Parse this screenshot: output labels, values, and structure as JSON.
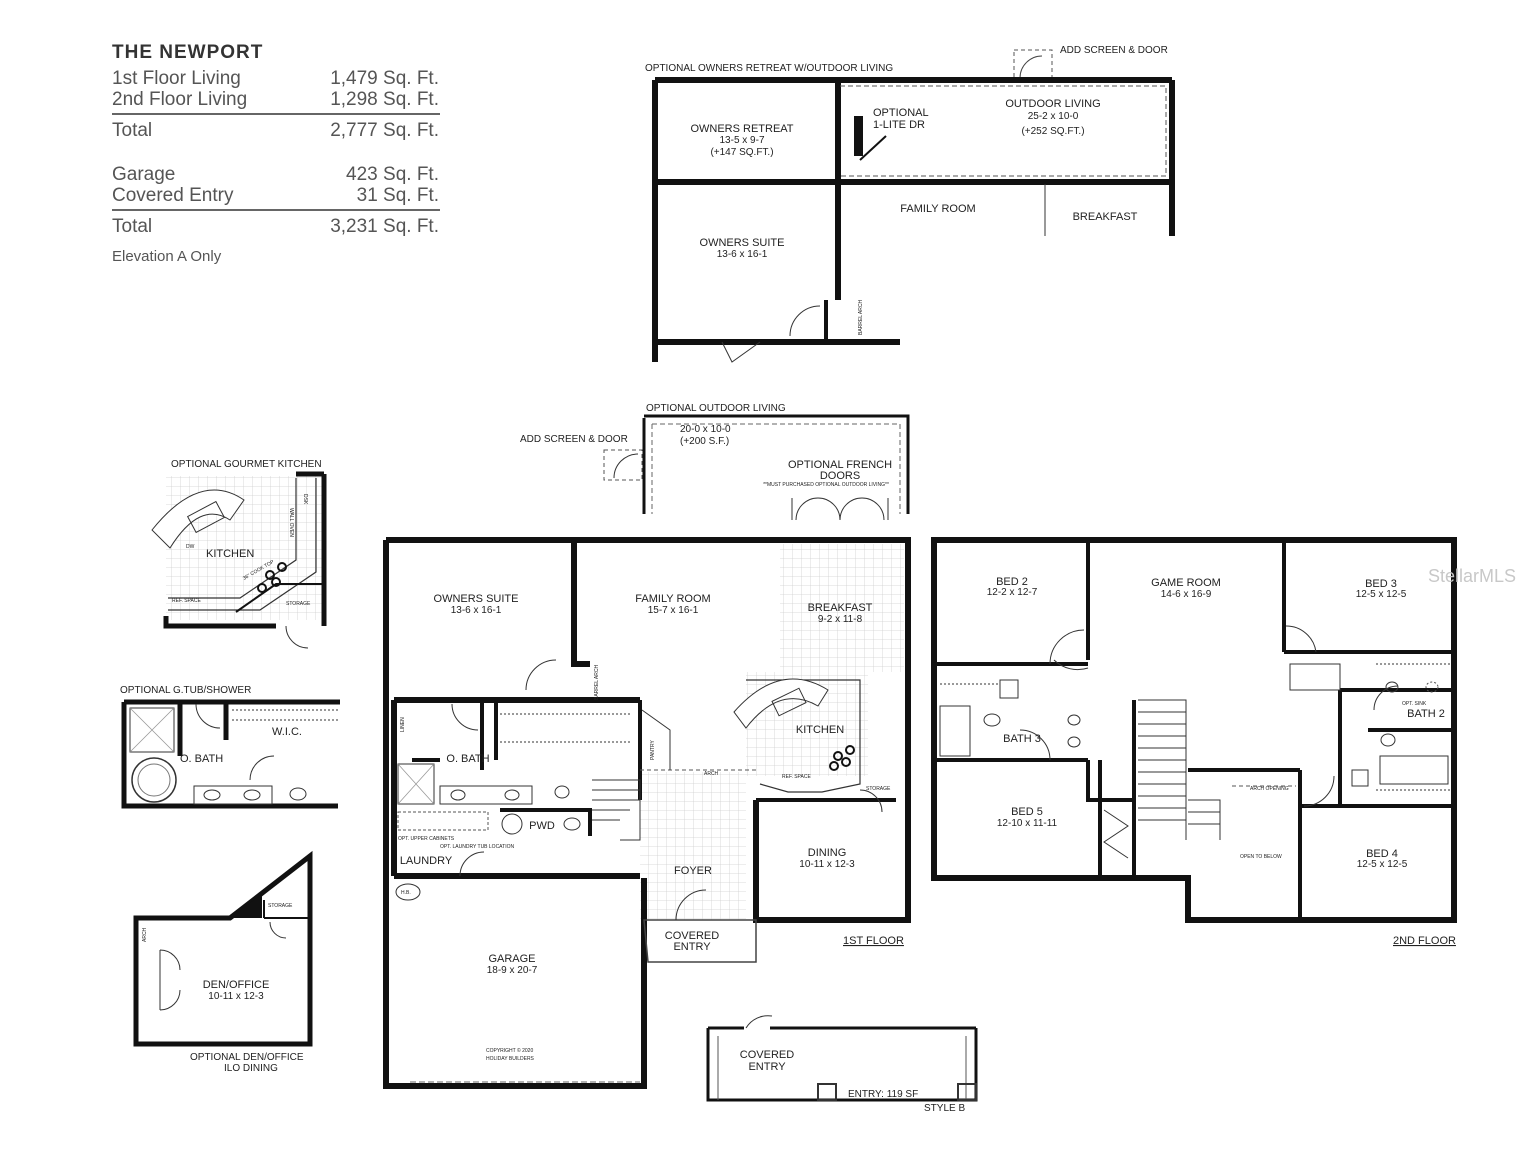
{
  "plan_name": "THE NEWPORT",
  "area_table": {
    "rows1": [
      {
        "label": "1st Floor Living",
        "value": "1,479 Sq. Ft."
      },
      {
        "label": "2nd Floor Living",
        "value": "1,298 Sq. Ft."
      }
    ],
    "total1": {
      "label": "Total",
      "value": "2,777 Sq. Ft."
    },
    "rows2": [
      {
        "label": "Garage",
        "value": "423 Sq. Ft."
      },
      {
        "label": "Covered Entry",
        "value": "31 Sq. Ft."
      }
    ],
    "total2": {
      "label": "Total",
      "value": "3,231 Sq. Ft."
    },
    "note": "Elevation A Only"
  },
  "owners_retreat_option": {
    "title": "OPTIONAL OWNERS RETREAT W/OUTDOOR LIVING",
    "add_screen": "ADD SCREEN & DOOR",
    "retreat_name": "OWNERS RETREAT",
    "retreat_dim": "13-5 x 9-7",
    "retreat_sf": "(+147 SQ.FT.)",
    "optional": "OPTIONAL",
    "lite_dr": "1-LITE DR",
    "outdoor_name": "OUTDOOR LIVING",
    "outdoor_dim": "25-2 x 10-0",
    "outdoor_sf": "(+252 SQ.FT.)",
    "suite_name": "OWNERS SUITE",
    "suite_dim": "13-6 x 16-1",
    "family_room": "FAMILY ROOM",
    "breakfast": "BREAKFAST",
    "barrel_arch": "BARREL ARCH"
  },
  "outdoor_option": {
    "title": "OPTIONAL OUTDOOR LIVING",
    "dim": "20-0 x 10-0",
    "sf": "(+200 S.F.)",
    "add_screen": "ADD SCREEN & DOOR",
    "french1": "OPTIONAL FRENCH",
    "french2": "DOORS",
    "note": "**MUST PURCHASED OPTIONAL OUTDOOR LIVING**"
  },
  "gourmet_option": {
    "title": "OPTIONAL GOURMET KITCHEN",
    "kitchen": "KITCHEN",
    "storage": "STORAGE",
    "ref": "REF. SPACE",
    "dw": "DW",
    "dsk": "DSK",
    "wall_oven": "WALL OVEN",
    "cooktop": "36\" COOK TOP"
  },
  "tub_option": {
    "title": "OPTIONAL G.TUB/SHOWER",
    "bath": "O. BATH",
    "wic": "W.I.C."
  },
  "den_option": {
    "title1": "OPTIONAL DEN/OFFICE",
    "title2": "ILO DINING",
    "name": "DEN/OFFICE",
    "dim": "10-11 x 12-3",
    "storage": "STORAGE",
    "arch": "ARCH"
  },
  "first_floor": {
    "caption": "1ST FLOOR",
    "owners_suite": "OWNERS SUITE",
    "owners_suite_dim": "13-6 x 16-1",
    "family_room": "FAMILY ROOM",
    "family_room_dim": "15-7 x 16-1",
    "breakfast": "BREAKFAST",
    "breakfast_dim": "9-2 x 11-8",
    "kitchen": "KITCHEN",
    "storage": "STORAGE",
    "ref": "REF. SPACE",
    "o_bath": "O. BATH",
    "pwd": "PWD",
    "laundry": "LAUNDRY",
    "opt_cabinets": "OPT. UPPER CABINETS",
    "opt_tub": "OPT. LAUNDRY TUB LOCATION",
    "foyer": "FOYER",
    "dining": "DINING",
    "dining_dim": "10-11 x 12-3",
    "garage": "GARAGE",
    "garage_dim": "18-9 x 20-7",
    "covered_entry_1": "COVERED",
    "covered_entry_2": "ENTRY",
    "arch": "ARCH",
    "pantry": "PANTRY",
    "linen": "LINEN",
    "barrel_arch": "BARREL ARCH",
    "hb": "H.B.",
    "copyright1": "COPYRIGHT © 2020",
    "copyright2": "HOLIDAY BUILDERS"
  },
  "second_floor": {
    "caption": "2ND FLOOR",
    "bed2": "BED 2",
    "bed2_dim": "12-2 x 12-7",
    "game_room": "GAME ROOM",
    "game_room_dim": "14-6 x 16-9",
    "bed3": "BED 3",
    "bed3_dim": "12-5 x 12-5",
    "bath3": "BATH 3",
    "bath2": "BATH 2",
    "bed5": "BED 5",
    "bed5_dim": "12-10 x 11-11",
    "bed4": "BED 4",
    "bed4_dim": "12-5 x 12-5",
    "open_below": "OPEN TO BELOW",
    "arch_opening": "ARCH OPENING",
    "opt_sink": "OPT. SINK"
  },
  "style_b": {
    "covered_1": "COVERED",
    "covered_2": "ENTRY",
    "entry_sf": "ENTRY: 119 SF",
    "style": "STYLE B"
  },
  "watermark": "StellarMLS"
}
